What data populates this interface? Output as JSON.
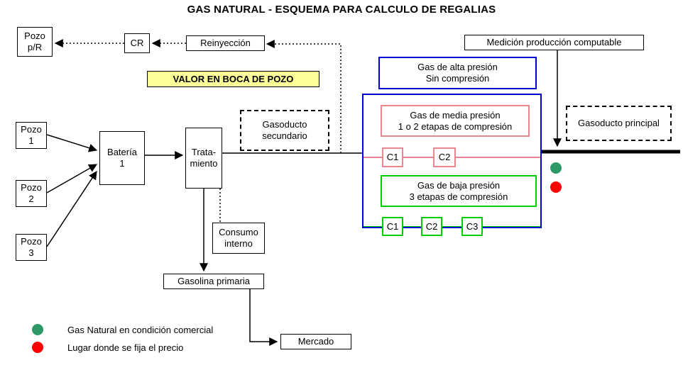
{
  "title": "GAS NATURAL - ESQUEMA PARA CALCULO DE REGALIAS",
  "colors": {
    "yellow_bg": "#FFFF99",
    "blue": "#0000CC",
    "pink": "#E8878F",
    "green": "#00CC00",
    "dot_green": "#2E9966",
    "dot_red": "#FF0000"
  },
  "boxes": {
    "pozo_pr": "Pozo\np/R",
    "cr": "CR",
    "reinyeccion": "Reinyección",
    "valor_boca_pozo": "VALOR EN BOCA DE POZO",
    "pozo1": "Pozo\n1",
    "pozo2": "Pozo\n2",
    "pozo3": "Pozo\n3",
    "bateria": "Batería\n1",
    "tratamiento": "Trata-\nmiento",
    "gasoducto_secundario": "Gasoducto\nsecundario",
    "consumo_interno": "Consumo\ninterno",
    "gasolina_primaria": "Gasolina primaria",
    "mercado": "Mercado",
    "medicion": "Medición producción computable",
    "gasoducto_principal": "Gasoducto principal",
    "alta_presion": "Gas de alta presión\nSin compresión",
    "media_presion": "Gas de media presión\n1 o 2 etapas de compresión",
    "baja_presion": "Gas de baja presión\n3 etapas de compresión",
    "c1": "C1",
    "c2": "C2",
    "c3": "C3"
  },
  "legend": [
    {
      "color": "#2E9966",
      "label": "Gas Natural en condición comercial"
    },
    {
      "color": "#FF0000",
      "label": "Lugar donde se fija el precio"
    }
  ]
}
